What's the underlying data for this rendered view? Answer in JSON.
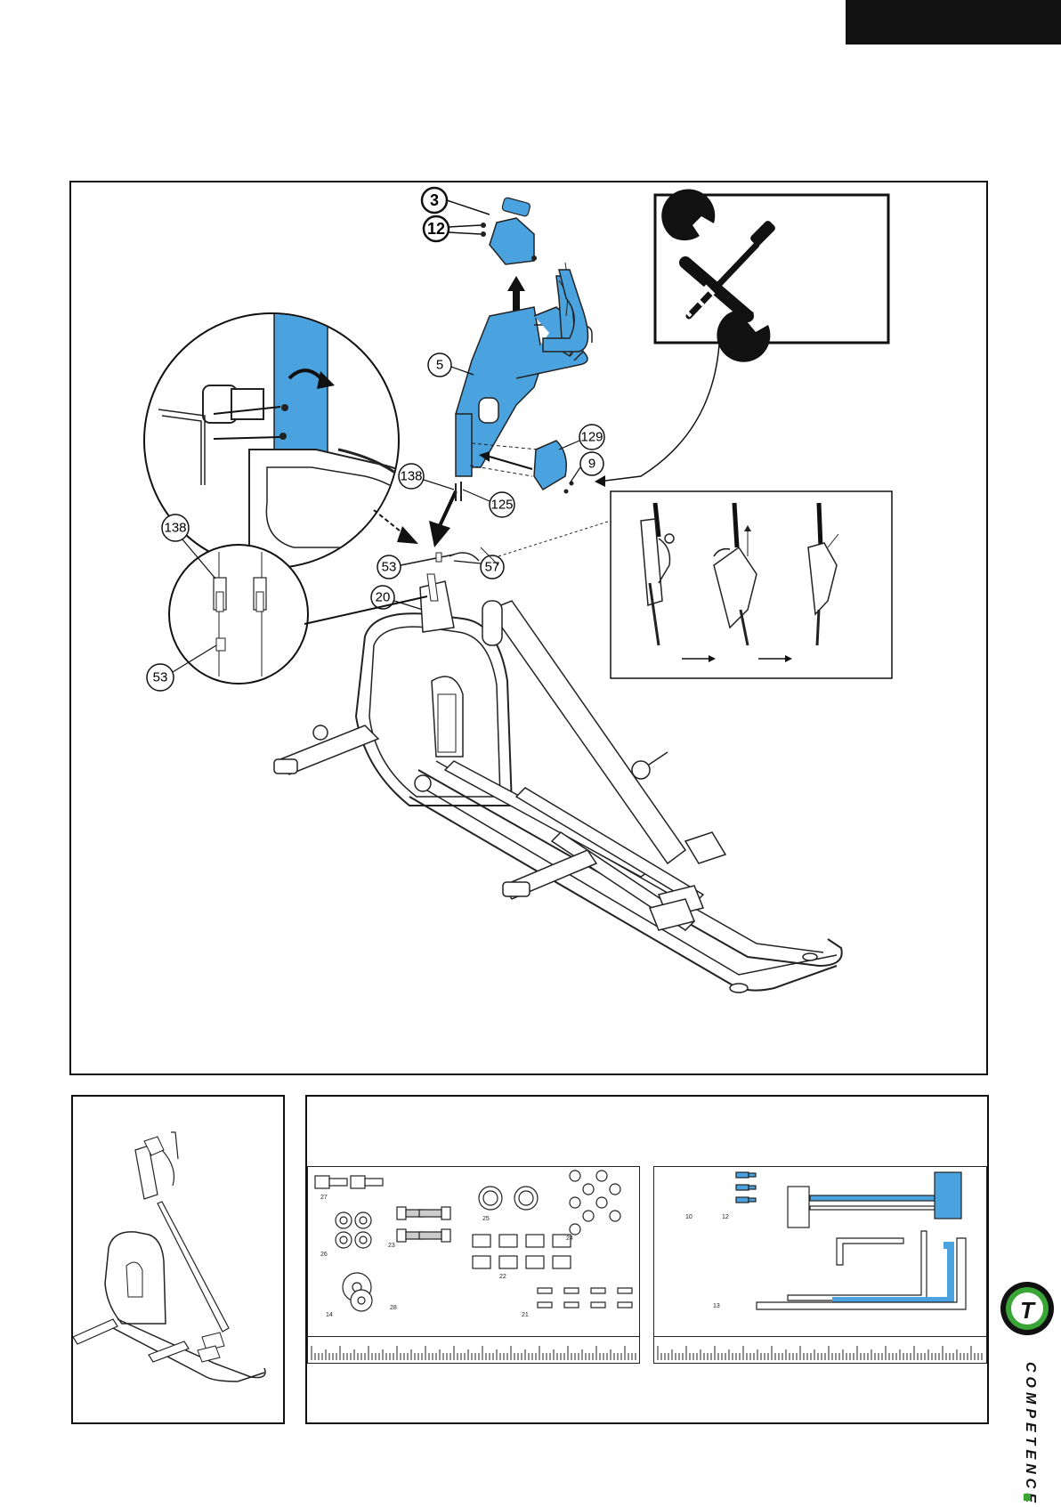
{
  "page": {
    "corner_tab": ""
  },
  "tools_icon": "wrench-screwdriver-icon",
  "main_diagram": {
    "callouts": {
      "part_3": "3",
      "part_12": "12",
      "part_5": "5",
      "part_129": "129",
      "part_9": "9",
      "part_138": "138",
      "part_125": "125",
      "part_53": "53",
      "part_57": "57",
      "part_20": "20"
    },
    "detail_connector": {
      "label_top": "138",
      "label_bottom": "53"
    }
  },
  "hardware": {
    "tray1_labels": [
      "27",
      "26",
      "14",
      "28",
      "23",
      "25",
      "22",
      "24",
      "21"
    ],
    "tray2_labels": [
      "10",
      "12",
      "13"
    ]
  },
  "brand": {
    "logo_letter": "T",
    "name": "COMPETENCE",
    "color_green": "#3aa537",
    "color_blue": "#4aa3df"
  }
}
